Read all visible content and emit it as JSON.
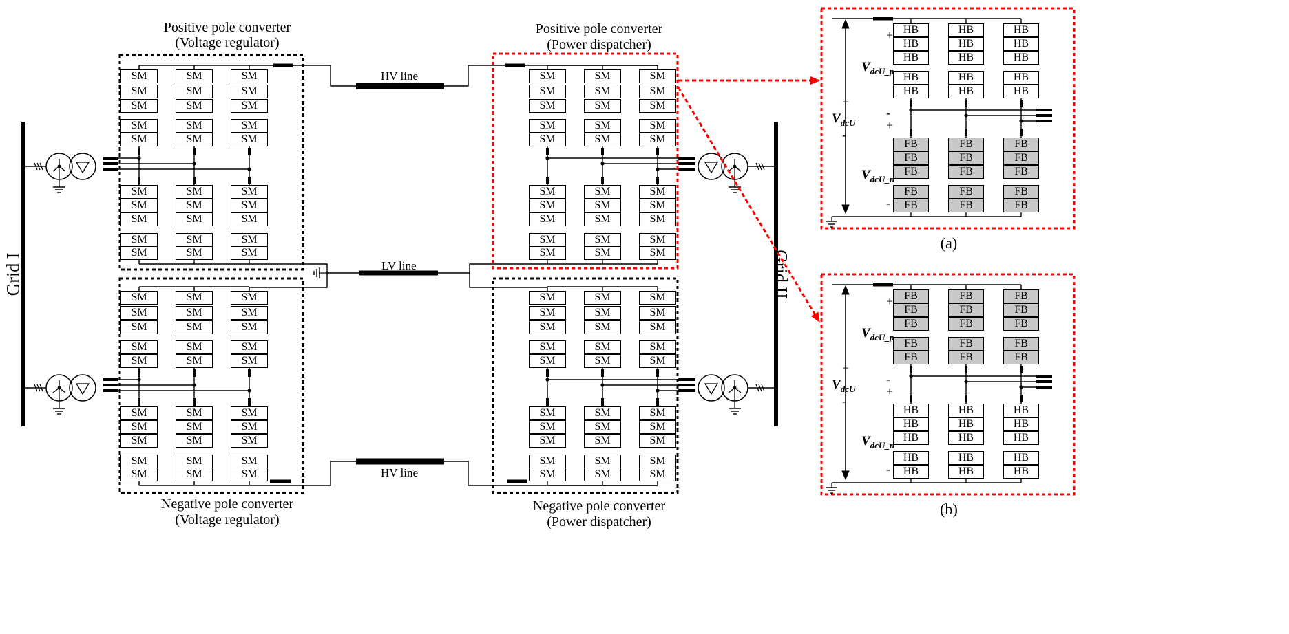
{
  "grids": {
    "left": "Grid I",
    "right": "Grid II"
  },
  "converters": {
    "pos_vr": {
      "title": "Positive pole converter",
      "subtitle": "(Voltage regulator)"
    },
    "neg_vr": {
      "title": "Negative pole converter",
      "subtitle": "(Voltage regulator)"
    },
    "pos_pd": {
      "title": "Positive pole converter",
      "subtitle": "(Power dispatcher)"
    },
    "neg_pd": {
      "title": "Negative pole converter",
      "subtitle": "(Power dispatcher)"
    }
  },
  "lines": {
    "hv_top": "HV line",
    "hv_bottom": "HV line",
    "lv": "LV line"
  },
  "modules": {
    "sm": "SM",
    "hb": "HB",
    "fb": "FB"
  },
  "insets": {
    "a": {
      "caption": "(a)",
      "upper_arm": "HB",
      "lower_arm": "FB"
    },
    "b": {
      "caption": "(b)",
      "upper_arm": "FB",
      "lower_arm": "HB"
    }
  },
  "voltages": {
    "total": "V",
    "total_sub": "dcU",
    "pos": "V",
    "pos_sub": "dcU_p",
    "neg": "V",
    "neg_sub": "dcU_n"
  },
  "signs": {
    "plus": "+",
    "minus": "-"
  },
  "colors": {
    "line": "#000000",
    "highlight": "#ff0000",
    "fb_fill": "#c8c8c8"
  }
}
